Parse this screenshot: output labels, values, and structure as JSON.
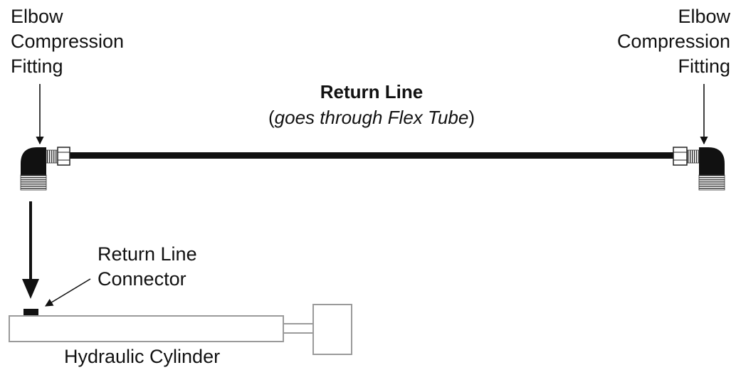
{
  "labels": {
    "left_fitting": [
      "Elbow",
      "Compression",
      "Fitting"
    ],
    "right_fitting": [
      "Elbow",
      "Compression",
      "Fitting"
    ],
    "return_line_title": "Return Line",
    "return_line_sub_open": "(",
    "return_line_sub_italic": "goes through Flex Tube",
    "return_line_sub_close": ")",
    "connector": [
      "Return Line",
      "Connector"
    ],
    "cylinder": "Hydraulic Cylinder"
  },
  "colors": {
    "line": "#111111",
    "cylinder_outline": "#9a9a9a",
    "connector_block": "#111111"
  }
}
